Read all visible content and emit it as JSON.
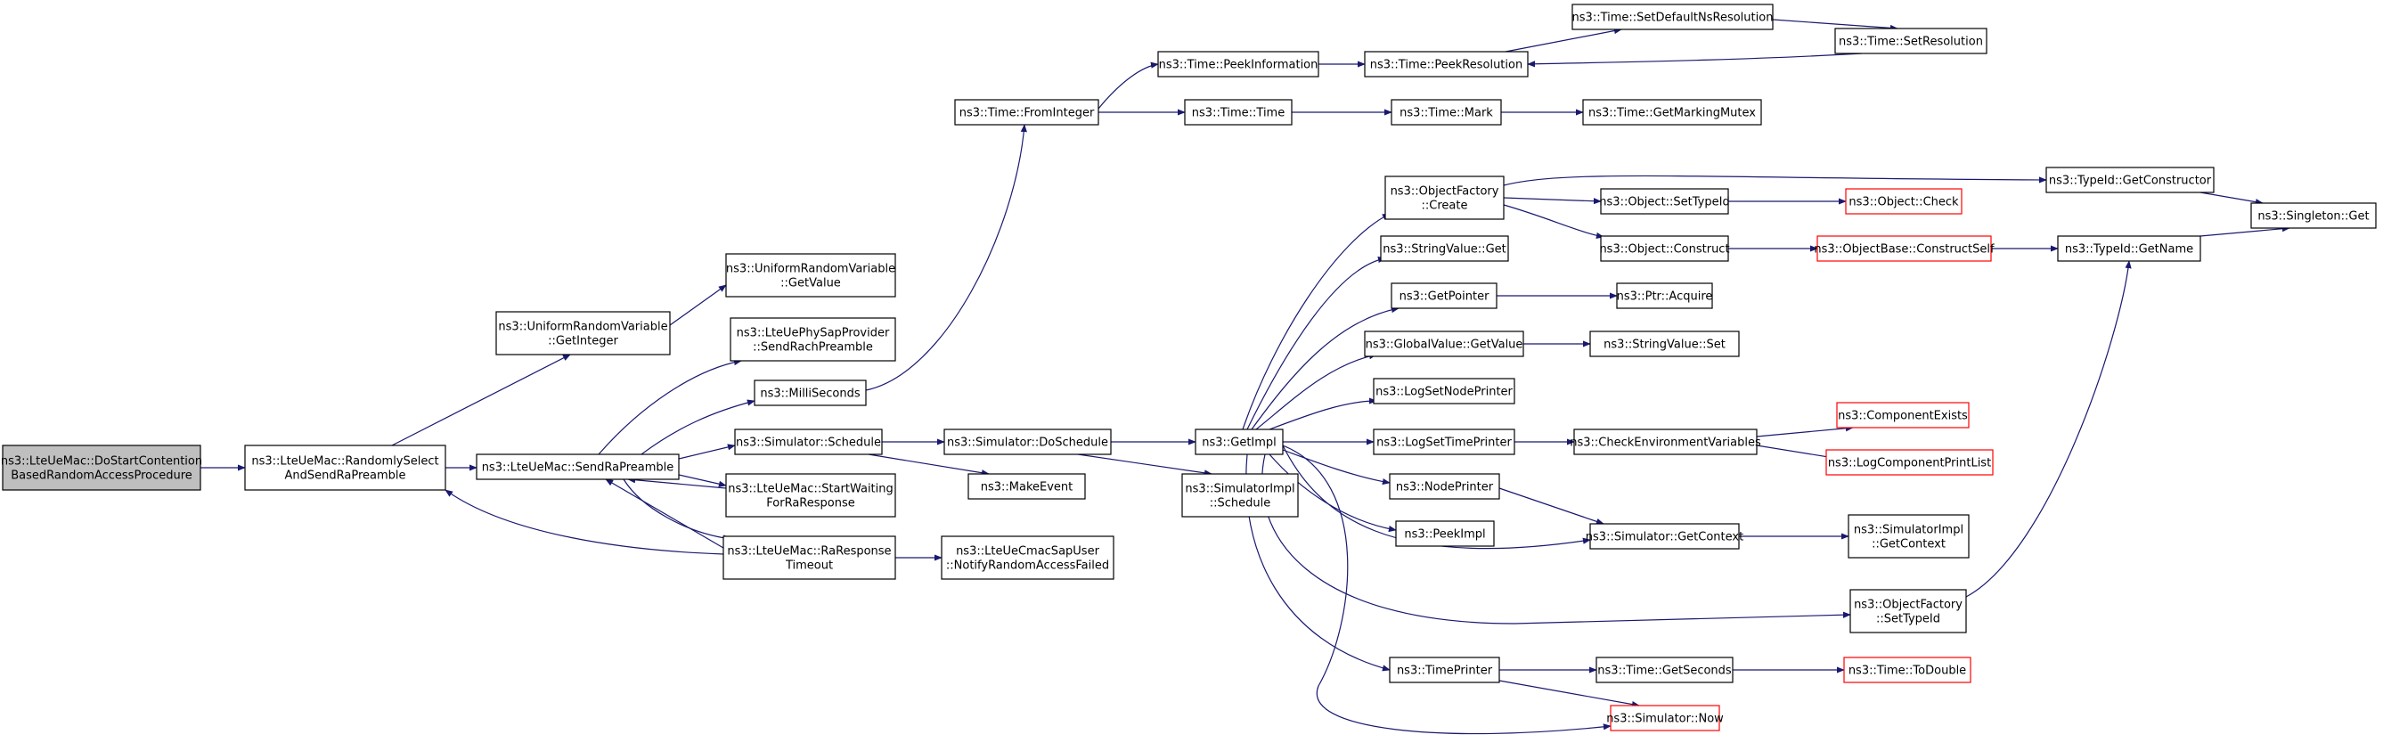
{
  "colors": {
    "edge": "#191970",
    "node_border": "#000000",
    "truncated_border": "#ff0000",
    "root_fill": "#bfbfbf"
  },
  "nodes": {
    "n0": [
      "ns3::LteUeMac::DoStartContention",
      "BasedRandomAccessProcedure"
    ],
    "n1": [
      "ns3::LteUeMac::RandomlySelect",
      "AndSendRaPreamble"
    ],
    "n2": [
      "ns3::LteUeMac::SendRaPreamble"
    ],
    "n3": [
      "ns3::UniformRandomVariable",
      "::GetInteger"
    ],
    "n4": [
      "ns3::UniformRandomVariable",
      "::GetValue"
    ],
    "n5": [
      "ns3::LteUePhySapProvider",
      "::SendRachPreamble"
    ],
    "n6": [
      "ns3::MilliSeconds"
    ],
    "n7": [
      "ns3::Simulator::Schedule"
    ],
    "n8": [
      "ns3::LteUeMac::StartWaiting",
      "ForRaResponse"
    ],
    "n9": [
      "ns3::LteUeMac::RaResponse",
      "Timeout"
    ],
    "n10": [
      "ns3::LteUeCmacSapUser",
      "::NotifyRandomAccessFailed"
    ],
    "n11": [
      "ns3::Time::FromInteger"
    ],
    "n12": [
      "ns3::Time::PeekInformation"
    ],
    "n13": [
      "ns3::Time::PeekResolution"
    ],
    "n14": [
      "ns3::Time::SetDefaultNsResolution"
    ],
    "n15": [
      "ns3::Time::SetResolution"
    ],
    "n16": [
      "ns3::Time::Time"
    ],
    "n17": [
      "ns3::Time::Mark"
    ],
    "n18": [
      "ns3::Time::GetMarkingMutex"
    ],
    "n19": [
      "ns3::Simulator::DoSchedule"
    ],
    "n20": [
      "ns3::MakeEvent"
    ],
    "n21": [
      "ns3::SimulatorImpl",
      "::Schedule"
    ],
    "n22": [
      "ns3::GetImpl"
    ],
    "n23": [
      "ns3::ObjectFactory",
      "::Create"
    ],
    "n24": [
      "ns3::StringValue::Get"
    ],
    "n25": [
      "ns3::GetPointer"
    ],
    "n26": [
      "ns3::GlobalValue::GetValue"
    ],
    "n27": [
      "ns3::LogSetNodePrinter"
    ],
    "n28": [
      "ns3::LogSetTimePrinter"
    ],
    "n29": [
      "ns3::NodePrinter"
    ],
    "n30": [
      "ns3::PeekImpl"
    ],
    "n31": [
      "ns3::TimePrinter"
    ],
    "n32": [
      "ns3::Object::SetTypeId"
    ],
    "n33": [
      "ns3::Object::Construct"
    ],
    "n34": [
      "ns3::Ptr::Acquire"
    ],
    "n35": [
      "ns3::StringValue::Set"
    ],
    "n36": [
      "ns3::CheckEnvironmentVariables"
    ],
    "n37": [
      "ns3::Simulator::GetContext"
    ],
    "n38": [
      "ns3::Time::GetSeconds"
    ],
    "n39": [
      "ns3::Simulator::Now"
    ],
    "n40": [
      "ns3::TypeId::GetConstructor"
    ],
    "n41": [
      "ns3::Object::Check"
    ],
    "n42": [
      "ns3::ObjectBase::ConstructSelf"
    ],
    "n43": [
      "ns3::TypeId::GetName"
    ],
    "n44": [
      "ns3::Singleton::Get"
    ],
    "n45": [
      "ns3::ComponentExists"
    ],
    "n46": [
      "ns3::LogComponentPrintList"
    ],
    "n47": [
      "ns3::SimulatorImpl",
      "::GetContext"
    ],
    "n48": [
      "ns3::ObjectFactory",
      "::SetTypeId"
    ],
    "n49": [
      "ns3::Time::ToDouble"
    ]
  },
  "edges": [
    [
      "n0",
      "n1"
    ],
    [
      "n1",
      "n2"
    ],
    [
      "n1",
      "n3"
    ],
    [
      "n2",
      "n5"
    ],
    [
      "n2",
      "n6"
    ],
    [
      "n2",
      "n7"
    ],
    [
      "n2",
      "n8"
    ],
    [
      "n2",
      "n9"
    ],
    [
      "n3",
      "n4"
    ],
    [
      "n6",
      "n11"
    ],
    [
      "n7",
      "n19"
    ],
    [
      "n7",
      "n20"
    ],
    [
      "n8",
      "n2"
    ],
    [
      "n9",
      "n1"
    ],
    [
      "n9",
      "n2"
    ],
    [
      "n9",
      "n10"
    ],
    [
      "n11",
      "n12"
    ],
    [
      "n11",
      "n16"
    ],
    [
      "n12",
      "n13"
    ],
    [
      "n13",
      "n14"
    ],
    [
      "n14",
      "n15"
    ],
    [
      "n15",
      "n13"
    ],
    [
      "n16",
      "n17"
    ],
    [
      "n17",
      "n18"
    ],
    [
      "n19",
      "n21"
    ],
    [
      "n19",
      "n22"
    ],
    [
      "n22",
      "n23"
    ],
    [
      "n22",
      "n24"
    ],
    [
      "n22",
      "n25"
    ],
    [
      "n22",
      "n26"
    ],
    [
      "n22",
      "n27"
    ],
    [
      "n22",
      "n28"
    ],
    [
      "n22",
      "n29"
    ],
    [
      "n22",
      "n30"
    ],
    [
      "n22",
      "n31"
    ],
    [
      "n22",
      "n37"
    ],
    [
      "n22",
      "n48"
    ],
    [
      "n22",
      "n39"
    ],
    [
      "n23",
      "n32"
    ],
    [
      "n23",
      "n33"
    ],
    [
      "n23",
      "n40"
    ],
    [
      "n25",
      "n34"
    ],
    [
      "n26",
      "n35"
    ],
    [
      "n28",
      "n36"
    ],
    [
      "n29",
      "n37"
    ],
    [
      "n31",
      "n38"
    ],
    [
      "n31",
      "n39"
    ],
    [
      "n32",
      "n41"
    ],
    [
      "n33",
      "n42"
    ],
    [
      "n36",
      "n45"
    ],
    [
      "n36",
      "n46"
    ],
    [
      "n37",
      "n47"
    ],
    [
      "n38",
      "n49"
    ],
    [
      "n40",
      "n44"
    ],
    [
      "n42",
      "n43"
    ],
    [
      "n43",
      "n44"
    ],
    [
      "n48",
      "n43"
    ]
  ]
}
